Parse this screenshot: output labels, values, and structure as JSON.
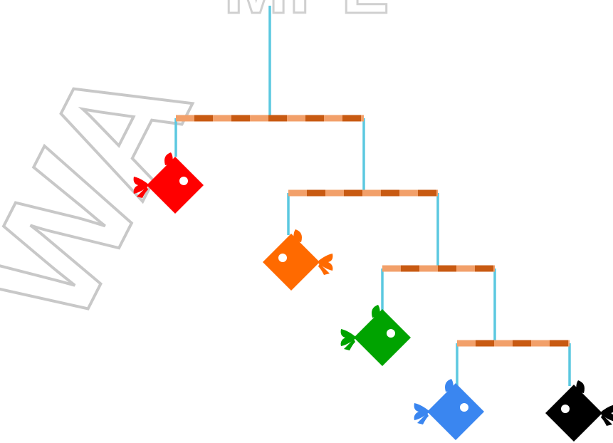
{
  "watermark": {
    "text": "WA",
    "top_text": "MPL",
    "color": "#c8c8c8"
  },
  "colors": {
    "string": "#5bc8e0",
    "beam_light": "#f2a06a",
    "beam_dark": "#c85a12",
    "eye": "#ffffff"
  },
  "fish": [
    {
      "name": "red-fish",
      "color": "#ff0000"
    },
    {
      "name": "orange-fish",
      "color": "#ff6a00"
    },
    {
      "name": "green-fish",
      "color": "#00a300"
    },
    {
      "name": "blue-fish",
      "color": "#3a86f0"
    },
    {
      "name": "black-fish",
      "color": "#000000"
    }
  ]
}
